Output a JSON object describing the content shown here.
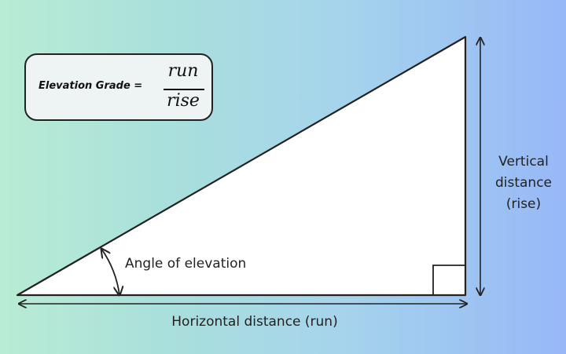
{
  "formula": {
    "label": "Elevation Grade =",
    "numerator": "run",
    "denominator": "rise"
  },
  "labels": {
    "angle": "Angle of elevation",
    "horizontal": "Horizontal distance (run)",
    "vertical_line1": "Vertical",
    "vertical_line2": "distance",
    "vertical_line3": "(rise)"
  },
  "colors": {
    "gradient_left": "#b9ecd4",
    "gradient_right": "#97b8f7",
    "triangle_fill": "#ffffff",
    "line": "#222222"
  }
}
